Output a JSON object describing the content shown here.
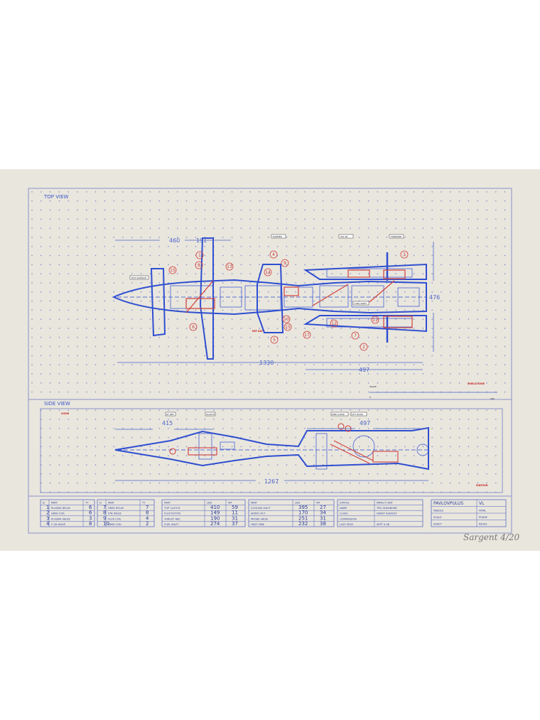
{
  "top_view": {
    "title": "TOP VIEW",
    "dimensions": [
      "460",
      "191",
      "1330",
      "497",
      "476"
    ],
    "scale_label": "SCALE",
    "scale_start": "0",
    "scale_end": "165",
    "tags": [
      "HOT SURFACE",
      "DAMPER",
      "OAI 4D",
      "FORWARD",
      "FUEL INLET",
      "REF DAT"
    ],
    "red_note": "SHIELD ZONE",
    "callouts": [
      "1",
      "8",
      "13",
      "15",
      "6",
      "4",
      "14",
      "10",
      "15",
      "5",
      "17",
      "12",
      "7",
      "2",
      "11",
      "3",
      "9"
    ]
  },
  "side_view": {
    "title": "SIDE VIEW",
    "dimensions": [
      "415",
      "497",
      "1267"
    ],
    "tags": [
      "AF REF",
      "CLUTCH",
      "SIDE CLEAR",
      "LIFT HOOK"
    ],
    "red_notes": [
      "VISOR",
      "IGNITION"
    ]
  },
  "tables": {
    "parts_a": {
      "headers": [
        "D",
        "PART",
        "TY"
      ],
      "rows": [
        [
          "1",
          "PLASMA RELAY",
          "6"
        ],
        [
          "2",
          "GRAV COIL",
          "6"
        ],
        [
          "3",
          "PLASMA VALVE",
          "3"
        ],
        [
          "4",
          "F-28 VALVE",
          "8"
        ]
      ]
    },
    "parts_b": {
      "headers": [
        "D",
        "PART",
        "TY"
      ],
      "rows": [
        [
          "7",
          "GRAV RELAY",
          "7"
        ],
        [
          "8",
          "ION VALVE",
          "8"
        ],
        [
          "9",
          "FLUX COIL",
          "4"
        ],
        [
          "10",
          "GRAV COIL",
          "2"
        ]
      ]
    },
    "dims_a": {
      "headers": [
        "PART",
        "LEN",
        "WT"
      ],
      "rows": [
        [
          "TOP CLUTCH",
          "410",
          "59"
        ],
        [
          "FLUX ROTOR",
          "149",
          "11"
        ],
        [
          "THRUST ARC",
          "190",
          "31"
        ],
        [
          "FUEL INLET",
          "274",
          "37"
        ]
      ]
    },
    "dims_b": {
      "headers": [
        "PART",
        "LEN",
        "WT"
      ],
      "rows": [
        [
          "COOLING DUCT",
          "395",
          "27"
        ],
        [
          "SERVO ACT",
          "170",
          "34"
        ],
        [
          "PROBE VALVE",
          "251",
          "31"
        ],
        [
          "HEAT SINK",
          "232",
          "38"
        ]
      ]
    },
    "status": {
      "rows": [
        [
          "STATUS",
          "IMPACT UNIT"
        ],
        [
          "NAME",
          "TRV: WISHBONE"
        ],
        [
          "CLASS",
          "HEAVY ASSAULT"
        ],
        [
          "COMMISSION",
          ""
        ],
        [
          "LAST MOD",
          "SEPT 0.58"
        ]
      ]
    },
    "title_block": {
      "rows": [
        [
          "PAVLOVPULUS",
          "VL"
        ],
        [
          "NEEDLE",
          "FINAL"
        ],
        [
          "SCALE",
          "PHASE"
        ],
        [
          "SHEET",
          "REYES"
        ]
      ]
    }
  },
  "signature": "Sargent 4/20",
  "colors": {
    "paper": "#e9e6de",
    "ink_blue": "#2f4fd0",
    "ink_red": "#d0403a",
    "frame": "#8a93c8"
  }
}
